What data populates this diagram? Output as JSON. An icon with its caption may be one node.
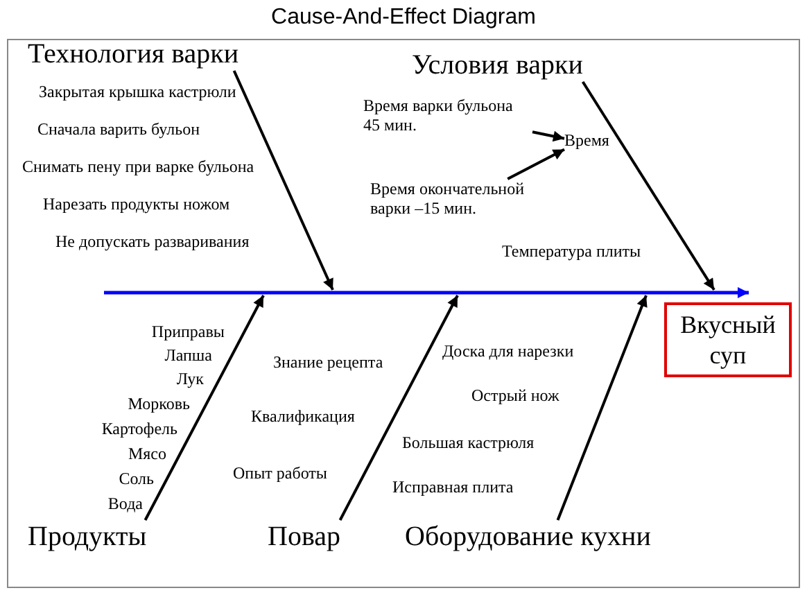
{
  "diagram": {
    "title": "Cause-And-Effect Diagram",
    "nodes": [
      {
        "text": [
          "Технология варки"
        ]
      },
      {
        "text": [
          "Условия варки"
        ]
      },
      {
        "text": [
          "Время варки бульона 45 мин."
        ]
      },
      {
        "text": [
          "Время"
        ]
      },
      {
        "text": [
          "Время окончательной варки –15 мин."
        ]
      },
      {
        "text": [
          "Вкусный суп"
        ]
      },
      {
        "text": [
          "Продукты"
        ]
      },
      {
        "text": [
          "Повар"
        ]
      },
      {
        "text": [
          "Оборудование кухни"
        ]
      }
    ],
    "edges": [
      {
        "from": 0,
        "to": null,
        "arrow": "to"
      },
      {
        "from": 1,
        "to": 5,
        "arrow": "to"
      },
      {
        "from": 2,
        "to": 3,
        "arrow": "to"
      },
      {
        "from": 4,
        "to": 3,
        "arrow": "to"
      },
      {
        "from": 6,
        "to": null,
        "arrow": "to"
      },
      {
        "from": 7,
        "to": null,
        "arrow": "to"
      },
      {
        "from": 8,
        "to": 5,
        "arrow": "to"
      },
      {
        "from": null,
        "to": 5,
        "arrow": "to",
        "color": "#0000ff"
      }
    ],
    "labels": [
      "Закрытая крышка кастрюли",
      "Сначала варить бульон",
      "Снимать пену при варке бульона",
      "Нарезать продукты ножом",
      "Не допускать разваривания",
      "Температура плиты",
      "Приправы",
      "Лапша",
      "Лук",
      "Морковь",
      "Картофель",
      "Мясо",
      "Соль",
      "Вода",
      "Знание рецепта",
      "Квалификация",
      "Опыт работы",
      "Доска для нарезки",
      "Острый нож",
      "Большая кастрюля",
      "Исправная плита"
    ]
  }
}
